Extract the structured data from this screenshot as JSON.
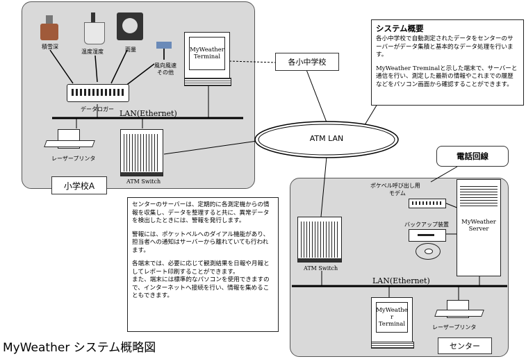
{
  "title": "MyWeather システム概略図",
  "school_panel": {
    "label": "小学校A",
    "sensors": {
      "snow_depth": "積雪深",
      "temp_humidity": "温度湿度",
      "rain": "雨量",
      "wind": "風向風速",
      "wind_line2": "その他"
    },
    "logger": "データロガー",
    "lan": "LAN(Ethernet)",
    "printer": "レーザープリンタ",
    "switch": "ATM Switch",
    "terminal": [
      "MyWeather",
      "Terminal"
    ]
  },
  "schools_tag": "各小中学校",
  "atm_lan": "ATM LAN",
  "overview": {
    "heading": "システム概要",
    "para1": "各小中学校で自動測定されたデータをセンターのサーバーがデータ集積と基本的なデータ処理を行います。",
    "para2": "MyWeather Treminalと示した端末で、サーバーと通信を行い、測定した最新の情報やこれまでの履歴などをパソコン画面から確認することができます。"
  },
  "phone_line": "電話回線",
  "center_panel": {
    "label": "センター",
    "modem": [
      "ポケベル呼び出し用",
      "モデム"
    ],
    "backup": "バックアップ装置",
    "server": [
      "MyWeather",
      "Server"
    ],
    "switch": "ATM Switch",
    "lan": "LAN(Ethernet)",
    "terminal": [
      "MyWeathe",
      "r",
      "Terminal"
    ],
    "printer": "レーザープリンタ"
  },
  "center_note": {
    "para1": "センターのサーバーは、定期的に各測定機からの情報を収集し、データを整理すると共に、異常データを検出したときには、警報を発行します。",
    "para2": "警報には、ポケットベルへのダイアル機能があり、担当者への通知はサーバーから離れていても行われます。",
    "para3": "各端末では、必要に応じて観測結果を日報や月報としてレポート印刷することができます。",
    "para4": "また、端末には標準的なパソコンを使用できますので、インターネットへ接続を行い、情報を集めることもできます。"
  }
}
